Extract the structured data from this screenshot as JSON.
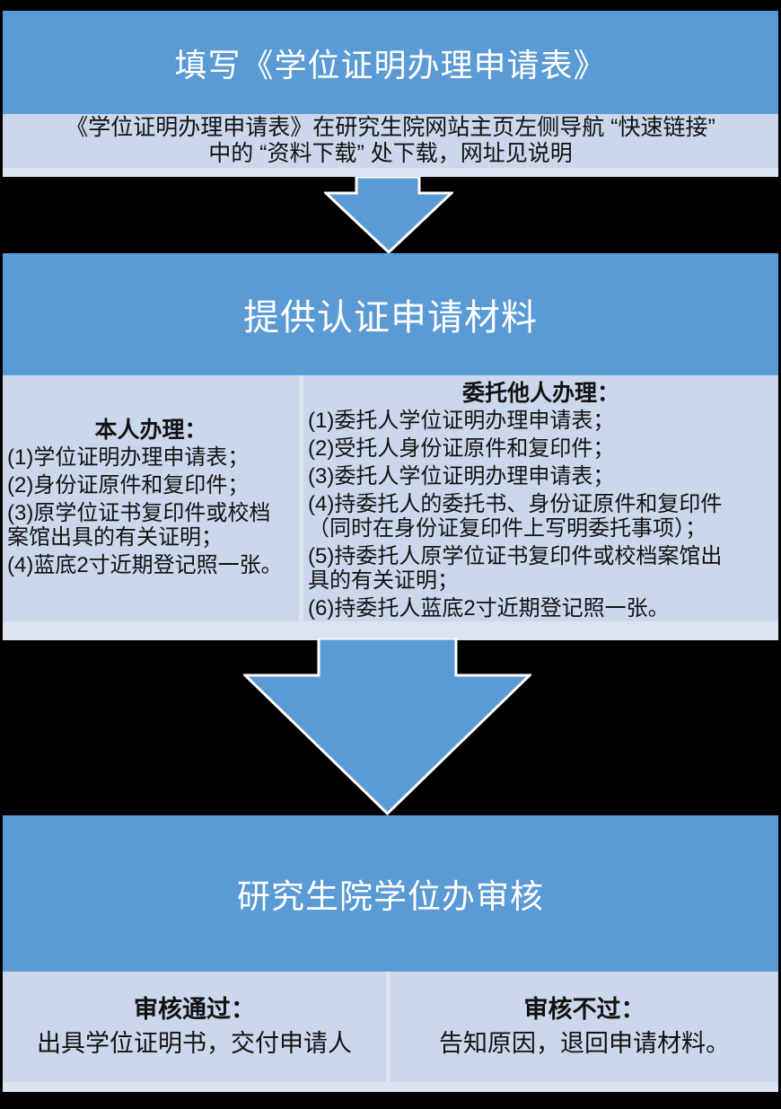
{
  "diagram": {
    "type": "flowchart",
    "background_color": "#000000",
    "accent_color": "#5B9BD5",
    "body_color": "#CBD7EB",
    "strip_color": "#DCE4F2",
    "title_text_color": "#FFFFFF",
    "body_text_color": "#121212"
  },
  "stage1": {
    "title": "填写《学位证明办理申请表》",
    "note_lines": [
      "《学位证明办理申请表》在研究生院网站主页左侧导航 “快速链接”",
      "中的 “资料下载” 处下载，网址见说明"
    ]
  },
  "stage2": {
    "title": "提供认证申请材料",
    "left_column": {
      "heading": "本人办理：",
      "items": [
        "(1)学位证明办理申请表；",
        "(2)身份证原件和复印件；",
        "(3)原学位证书复印件或校档\n案馆出具的有关证明；",
        "(4)蓝底2寸近期登记照一张。"
      ]
    },
    "right_column": {
      "heading": "委托他人办理：",
      "items": [
        "(1)委托人学位证明办理申请表；",
        "(2)受托人身份证原件和复印件；",
        "(3)委托人学位证明办理申请表；",
        "(4)持委托人的委托书、身份证原件和复印件\n（同时在身份证复印件上写明委托事项）；",
        "(5)持委托人原学位证书复印件或校档案馆出\n具的有关证明；",
        "(6)持委托人蓝底2寸近期登记照一张。"
      ]
    }
  },
  "stage3": {
    "title": "研究生院学位办审核",
    "left_column": {
      "heading": "审核通过：",
      "text": "出具学位证明书，交付申请人"
    },
    "right_column": {
      "heading": "审核不过：",
      "text": "告知原因，退回申请材料。"
    }
  },
  "icons": {
    "arrow1": "down-arrow-icon",
    "arrow2": "down-arrow-icon"
  }
}
